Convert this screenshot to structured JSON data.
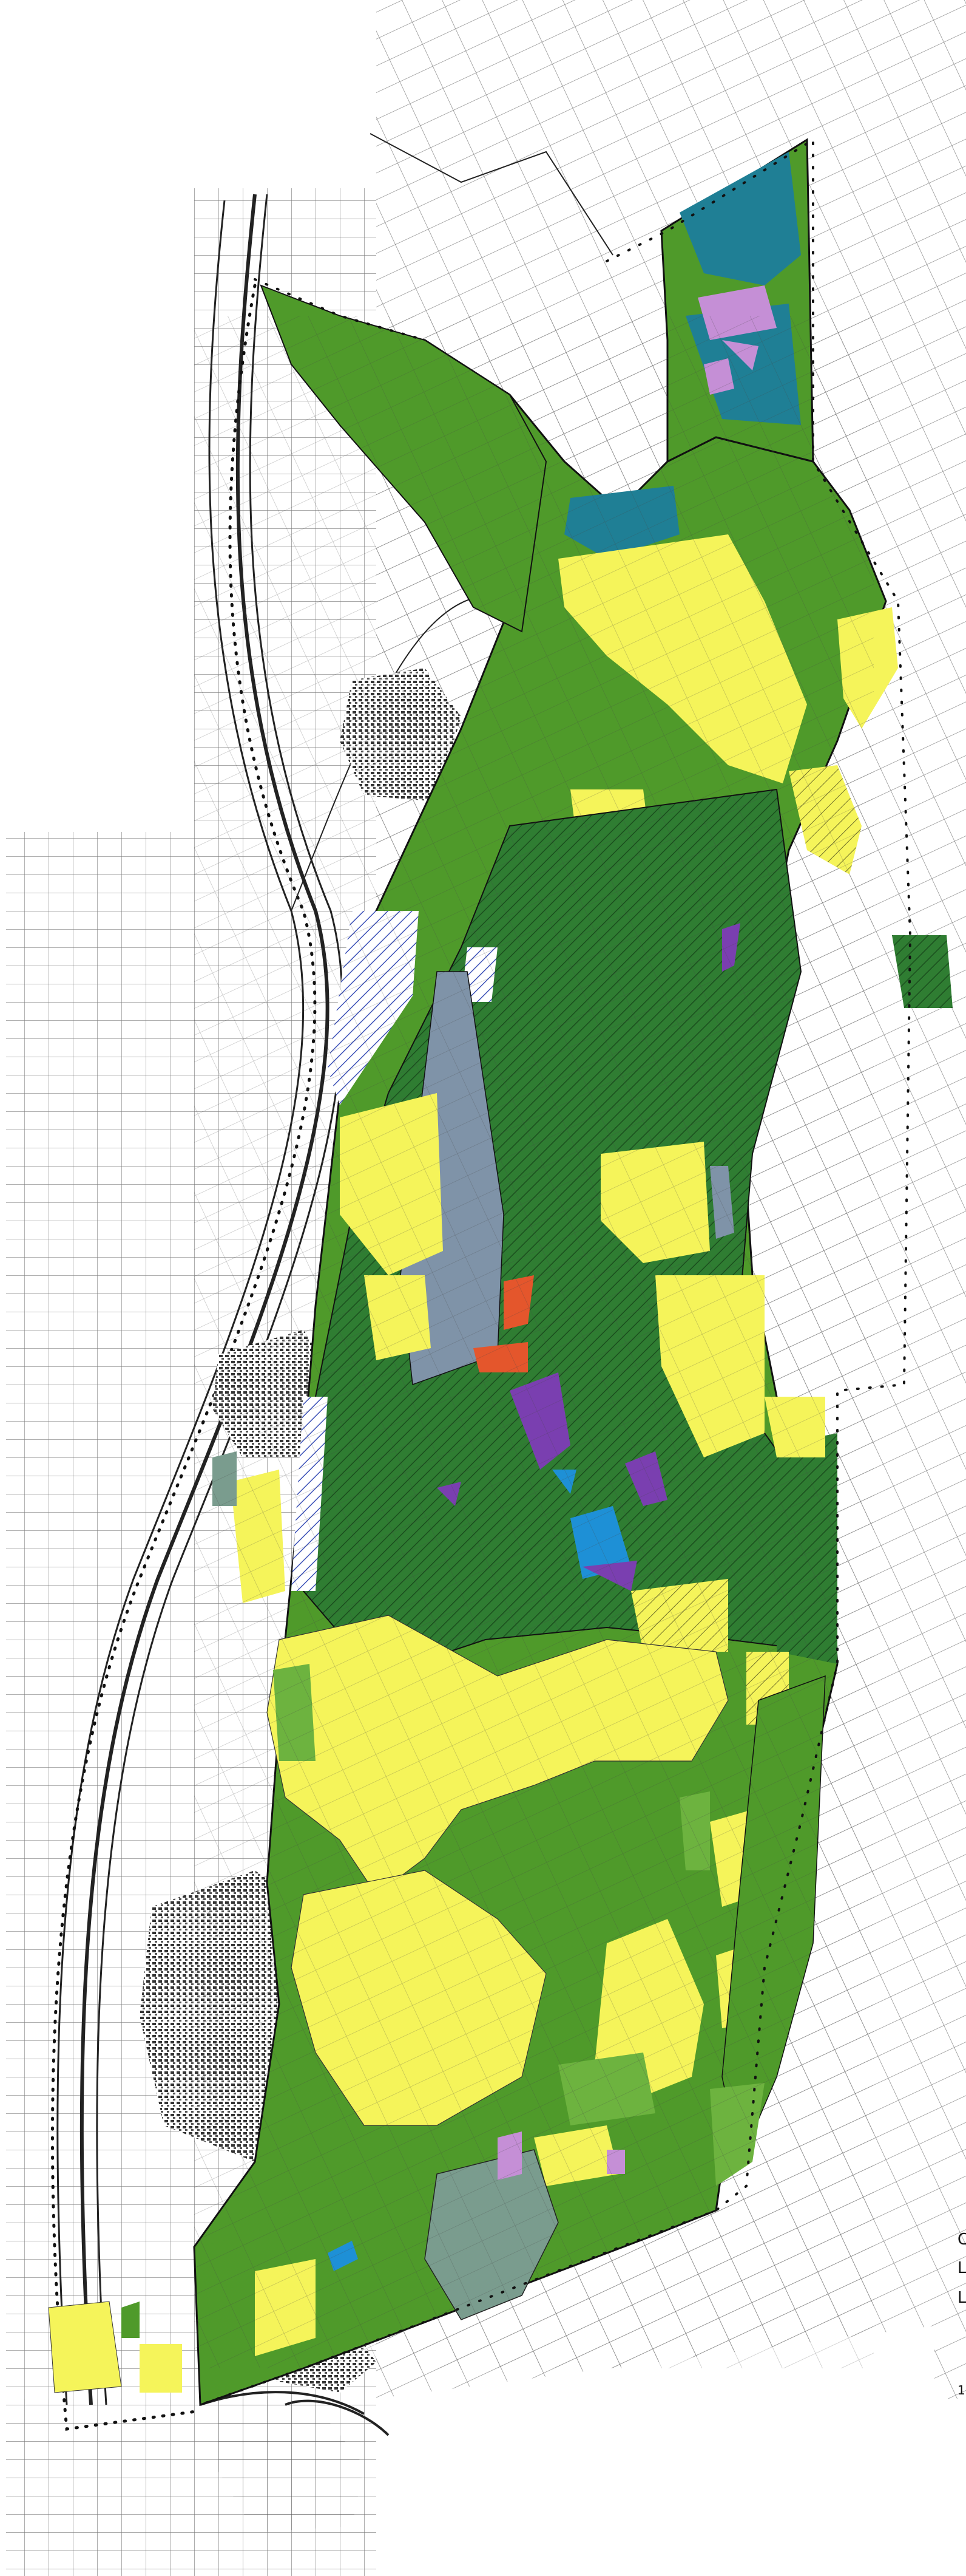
{
  "map": {
    "type": "land-use plan",
    "colors": {
      "background": "#ffffff",
      "linework": "#2a2a2a",
      "boundary": "#111111",
      "forest_dark": "#2f7d32",
      "grassland_green": "#4f9a2a",
      "light_green": "#6db33f",
      "yellow": "#f5f45a",
      "teal": "#1f7f95",
      "grey_blue": "#7f93a8",
      "grey_green": "#7a9c8e",
      "violet": "#c58fd6",
      "purple": "#7a3fb0",
      "red_orange": "#e4562c",
      "blue_hatch": "#3d52b8",
      "bright_blue": "#1e90d6"
    },
    "edge_labels": [
      "C",
      "L",
      "L",
      "1"
    ]
  }
}
